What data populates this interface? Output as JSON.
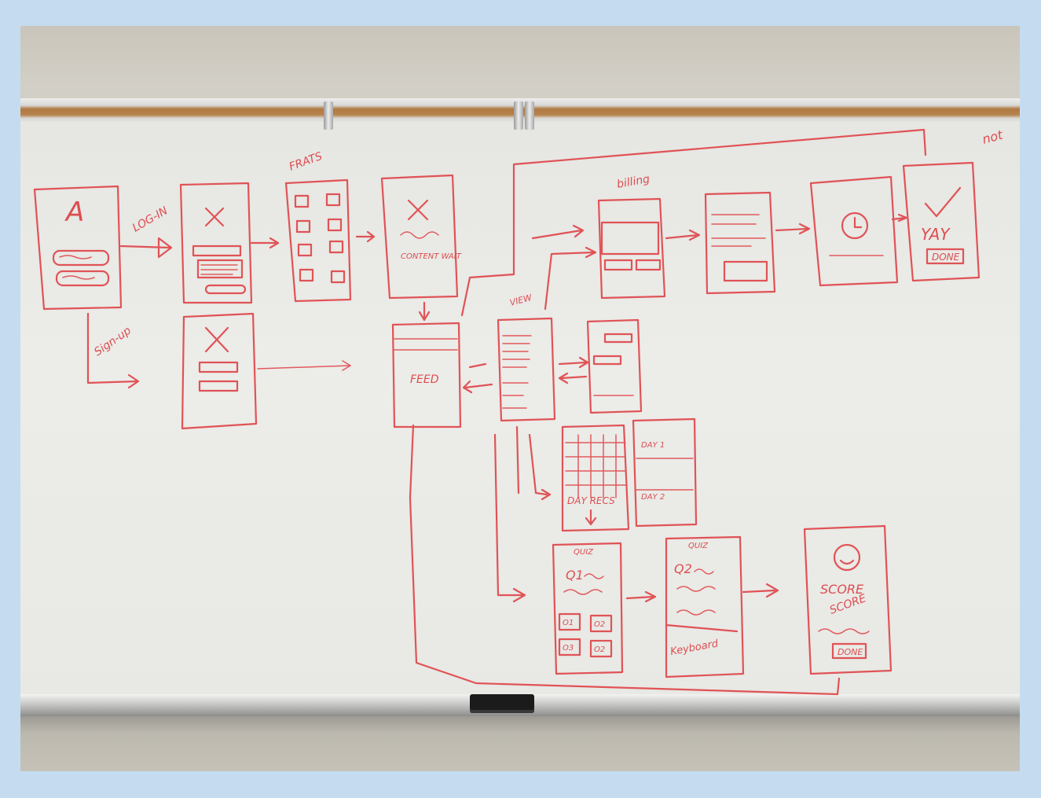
{
  "board": {
    "ink_color": "#e05356",
    "frame_color": "#c5dcf0"
  },
  "labels": {
    "app_letter": "A",
    "login": "LOG-IN",
    "signup": "Sign-up",
    "frats": "FRATS",
    "content_wait": "CONTENT WAIT",
    "feed": "FEED",
    "billing": "billing",
    "view": "VIEW",
    "yay": "YAY",
    "done": "DONE",
    "day_recs": "DAY RECS",
    "day1": "DAY 1",
    "day2": "DAY 2",
    "quiz": "QUIZ",
    "quiz2": "QUIZ",
    "q1": "Q1",
    "q2": "Q2",
    "keyboard": "Keyboard",
    "score": "SCORE",
    "score2": "SCORE",
    "done2": "DONE",
    "not": "not",
    "o1": "O1",
    "o2": "O2",
    "o3": "O3",
    "o4": "O2"
  }
}
